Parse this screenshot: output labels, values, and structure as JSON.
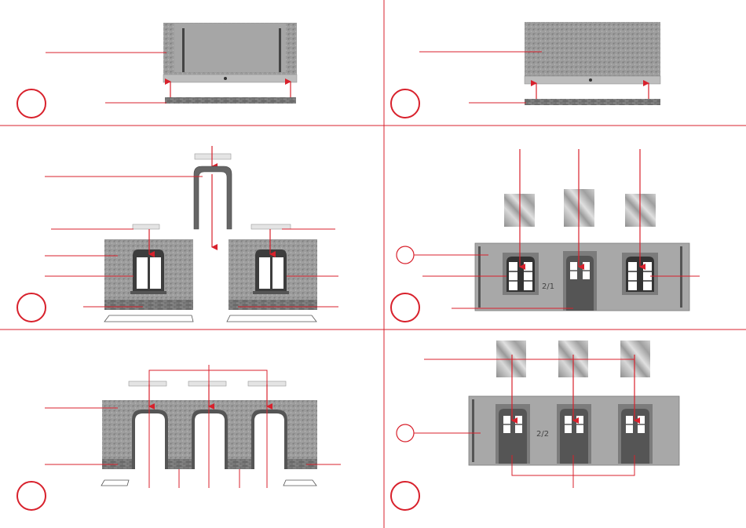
{
  "colors": {
    "red": "#d8212c",
    "stone": "#9a9a9a",
    "stone_dark": "#6e6e6e",
    "wall_smooth": "#a4a4a4",
    "wall_edge": "#8a8a8a",
    "frame_dark": "#4a4a4a",
    "glass": "#ffffff",
    "brick": "#7a7a7a",
    "lintel": "#e4e4e4"
  },
  "steps": [
    {
      "id": "step-1",
      "label": ""
    },
    {
      "id": "step-2",
      "label": ""
    },
    {
      "id": "step-3",
      "label": ""
    },
    {
      "id": "step-4",
      "label": "2/1"
    },
    {
      "id": "step-5",
      "label": ""
    },
    {
      "id": "step-6",
      "label": "2/2"
    }
  ]
}
